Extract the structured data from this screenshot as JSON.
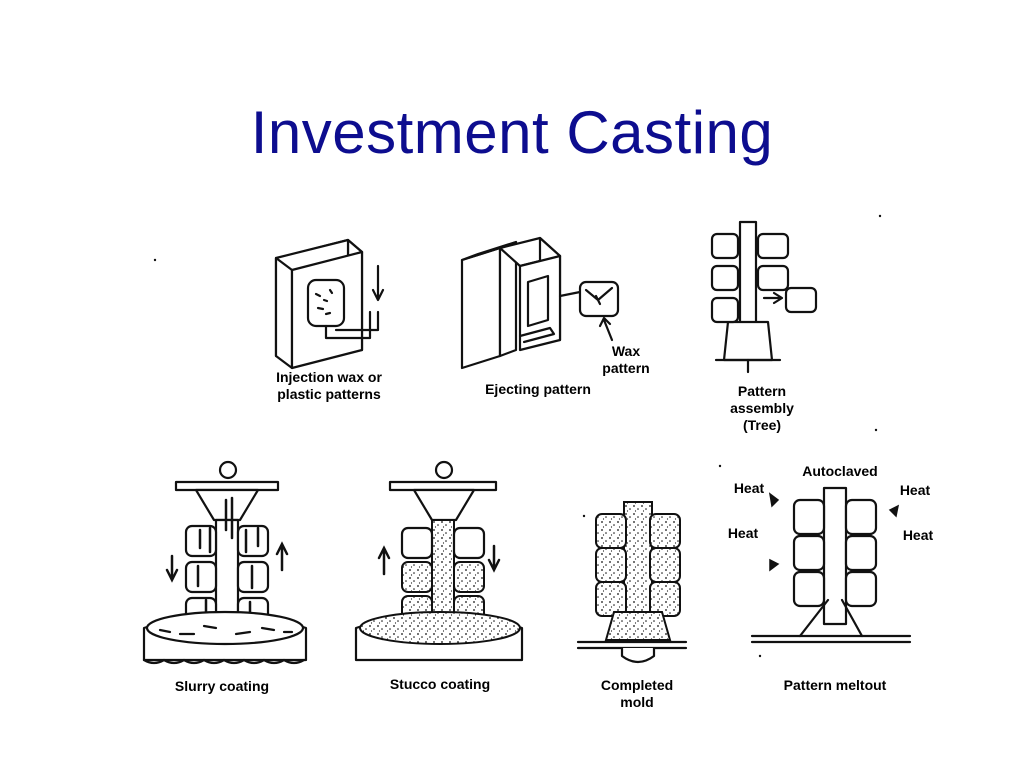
{
  "title": "Investment Casting",
  "steps": [
    {
      "label": "Injection wax or\nplastic patterns"
    },
    {
      "label": "Ejecting pattern"
    },
    {
      "label": "Wax\npattern"
    },
    {
      "label": "Pattern\nassembly\n(Tree)"
    },
    {
      "label": "Slurry coating"
    },
    {
      "label": "Stucco coating"
    },
    {
      "label": "Completed\nmold"
    },
    {
      "label": "Pattern meltout"
    }
  ],
  "meltout": {
    "autoclaved": "Autoclaved",
    "heat_top_left": "Heat",
    "heat_top_right": "Heat",
    "heat_bottom_left": "Heat",
    "heat_bottom_right": "Heat"
  }
}
